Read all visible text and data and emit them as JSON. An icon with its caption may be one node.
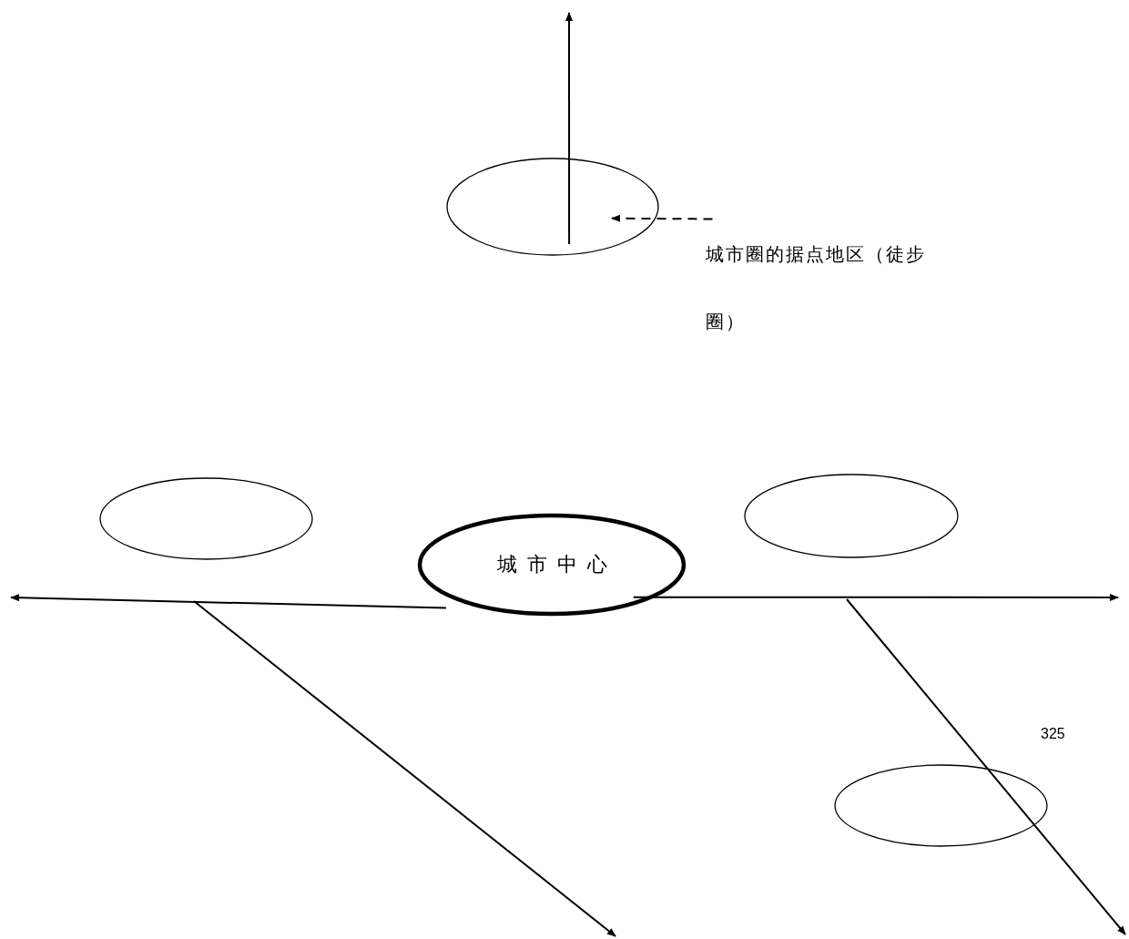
{
  "diagram": {
    "nodes": [
      {
        "text": [],
        "shape": "ellipse"
      },
      {
        "text": [
          "城市圈的据点地区（徒步圈）"
        ]
      },
      {
        "text": [],
        "shape": "ellipse"
      },
      {
        "text": [
          "城市中心"
        ]
      },
      {
        "text": [],
        "shape": "ellipse"
      },
      {
        "text": [],
        "shape": "ellipse"
      }
    ],
    "edges": [
      {
        "from": 0,
        "to": null,
        "arrow": "to"
      },
      {
        "from": 1,
        "to": 0,
        "arrow": "to",
        "style": "dashed"
      },
      {
        "from": 3,
        "to": null,
        "arrow": "to"
      },
      {
        "from": 3,
        "to": null,
        "arrow": "to"
      }
    ],
    "labels": [
      "325"
    ]
  }
}
